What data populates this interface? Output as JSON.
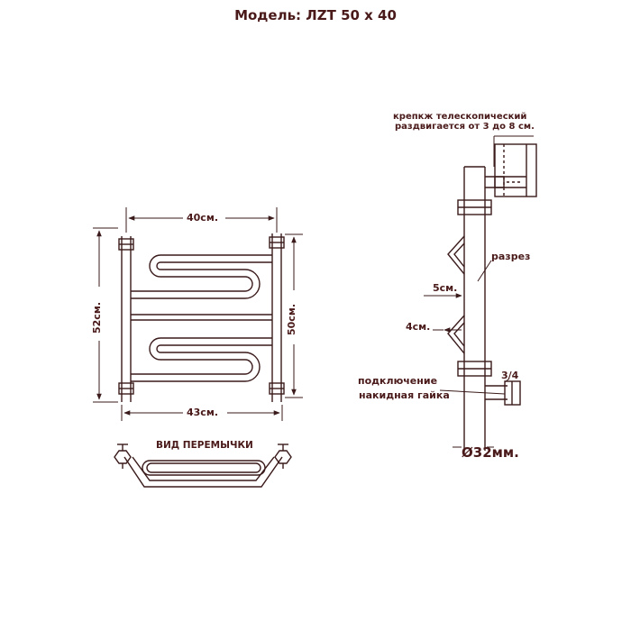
{
  "title": "Модель: ЛZT 50 x 40",
  "front_view": {
    "width_top": "40см.",
    "width_bottom": "43см.",
    "height_left": "52см.",
    "height_right": "50см."
  },
  "jumper_view": {
    "label": "ВИД ПЕРЕМЫЧКИ"
  },
  "side_view": {
    "mount_line1": "крепкж телескопический",
    "mount_line2": "раздвигается от 3 до 8 см.",
    "cut": "разрез",
    "dim_5": "5см.",
    "dim_4": "4см.",
    "connection_line1": "подключение",
    "connection_line2": "накидная гайка",
    "thread": "3/4",
    "diameter": "Ø32мм."
  },
  "colors": {
    "line": "#3a1a1a",
    "text": "#4a1a1a"
  }
}
